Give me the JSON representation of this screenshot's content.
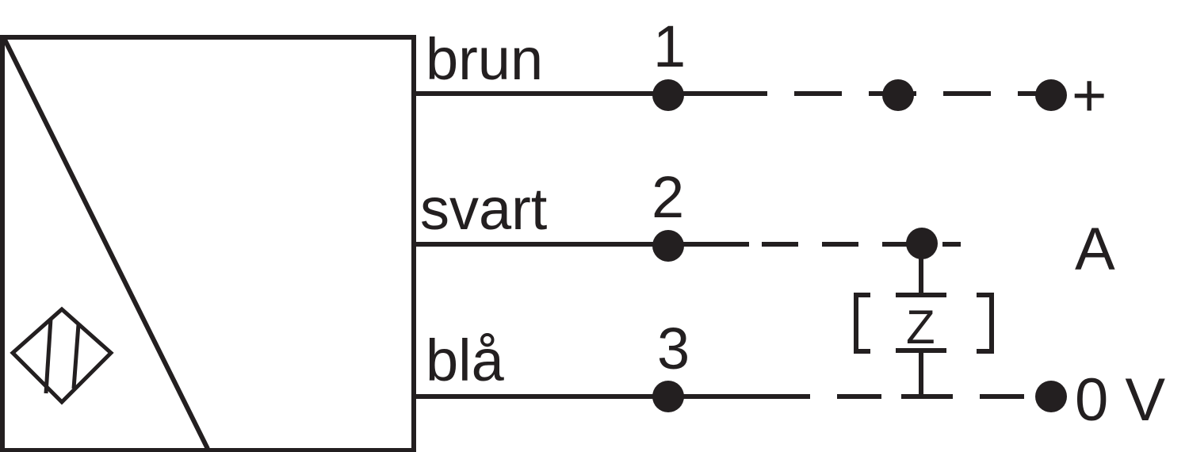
{
  "diagram": {
    "ink_color": "#231f20",
    "background_color": "#ffffff",
    "sensor_symbol": "inductive-sensor-icon",
    "wires": [
      {
        "pin": "1",
        "color_name": "brun"
      },
      {
        "pin": "2",
        "color_name": "svart"
      },
      {
        "pin": "3",
        "color_name": "blå"
      }
    ],
    "terminals": {
      "positive": "+",
      "output": "A",
      "ground": "0 V"
    },
    "load": {
      "symbol": "Z"
    }
  }
}
